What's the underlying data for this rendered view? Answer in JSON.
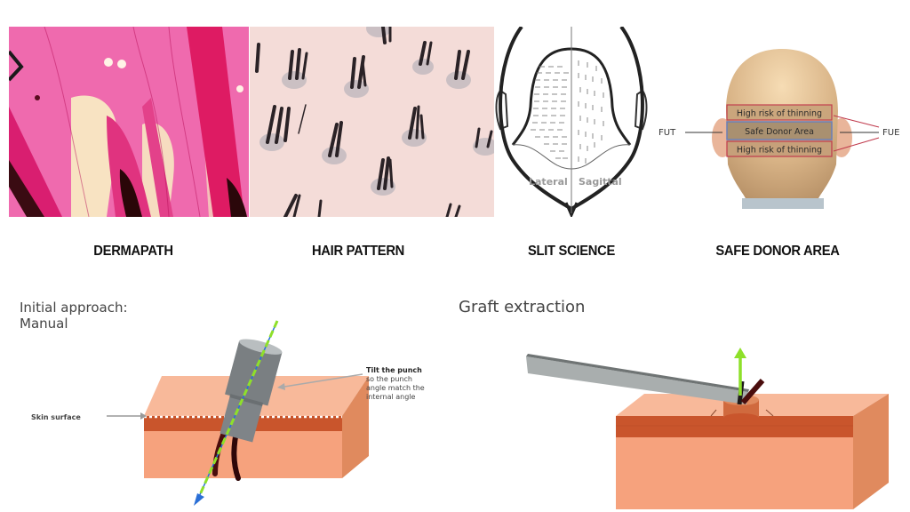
{
  "top_row": {
    "panels": [
      {
        "id": "dermapath",
        "caption": "DERMAPATH",
        "content": "histology-hair-follicle-image"
      },
      {
        "id": "hair_pattern",
        "caption": "HAIR PATTERN",
        "content": "dermoscopy-hair-follicular-units-image"
      },
      {
        "id": "slit_science",
        "caption": "SLIT SCIENCE",
        "content": "scalp-top-view-diagram",
        "labels": {
          "left": "Lateral",
          "right": "Sagittal"
        }
      },
      {
        "id": "safe_donor_area",
        "caption": "SAFE DONOR AREA",
        "content": "back-of-head-donor-zones",
        "labels": {
          "upper_zone": "High risk of thinning",
          "middle_zone": "Safe Donor Area",
          "lower_zone": "High risk of thinning",
          "left_pointer": "FUT",
          "right_pointer": "FUE"
        }
      }
    ]
  },
  "bottom_row": {
    "left_diagram": {
      "title_line1": "Initial approach:",
      "title_line2": "Manual",
      "skin_label": "Skin surface",
      "punch_note_bold": "Tilt the punch",
      "punch_note_lines": [
        "so the punch",
        "angle match the",
        "internal angle"
      ]
    },
    "right_diagram": {
      "title": "Graft extraction"
    }
  },
  "colors": {
    "skin_top": "#f8b99a",
    "skin_front": "#f6a27d",
    "skin_layer": "#c9552c",
    "skin_side": "#e08a5e",
    "punch_gray": "#7a7f82",
    "axis_green": "#8ee02a",
    "axis_blue": "#2a6fd6",
    "hair_dark": "#4a0d0d",
    "histology_pink": "#e8288a",
    "zone_red": "#c0394b",
    "zone_blue": "#6b7fb8"
  }
}
